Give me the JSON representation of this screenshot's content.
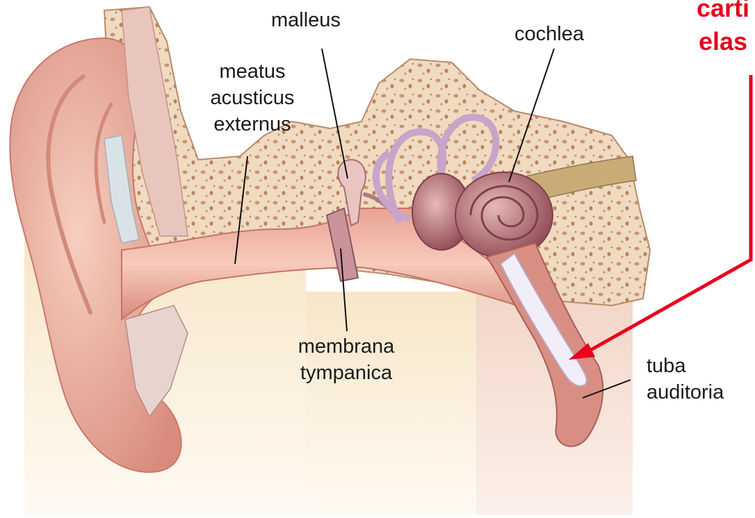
{
  "labels": {
    "malleus": "malleus",
    "cochlea": "cochlea",
    "meatus": [
      "meatus",
      "acusticus",
      "externus"
    ],
    "membrana": [
      "membrana",
      "tympanica"
    ],
    "tuba": [
      "tuba",
      "auditoria"
    ],
    "cartilage": [
      "carti",
      "elas"
    ]
  },
  "colors": {
    "label_text": "#1a1a1a",
    "highlight": "#e8001c",
    "skin": "#efb8a8",
    "bone": "#f1dcc3",
    "cartilage": "#f2eef7",
    "background_band": "#f7ecd7"
  }
}
